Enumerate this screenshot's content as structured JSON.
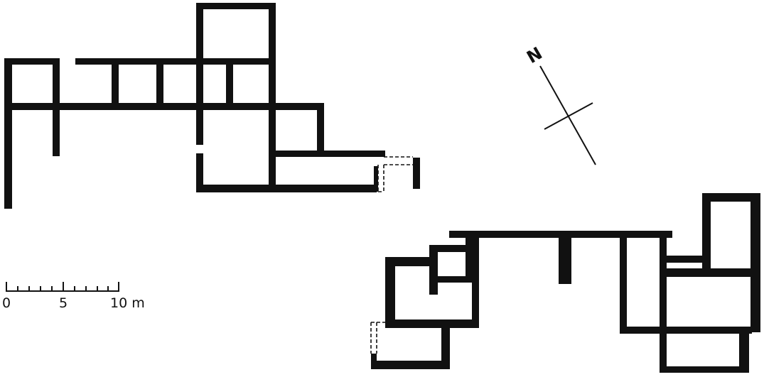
{
  "north_arrow": {
    "label": "N"
  },
  "scale_bar": {
    "labels": [
      "0",
      "5",
      "10 m"
    ]
  },
  "colors": {
    "wall": "#111111",
    "background": "#ffffff"
  }
}
